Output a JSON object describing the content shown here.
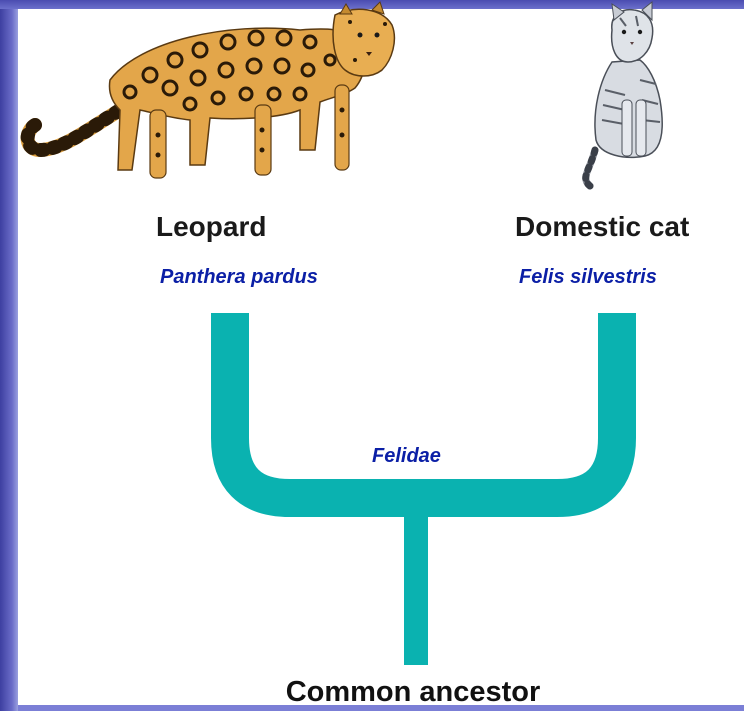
{
  "diagram": {
    "leaves": [
      {
        "common_name": "Leopard",
        "scientific_name": "Panthera pardus"
      },
      {
        "common_name": "Domestic cat",
        "scientific_name": "Felis silvestris"
      }
    ],
    "node_label": "Felidae",
    "root_label": "Common ancestor",
    "colors": {
      "branch": "#0ab2b0",
      "scientific_name": "#0b1fa6",
      "slide_border": "#6a6cc8"
    }
  }
}
